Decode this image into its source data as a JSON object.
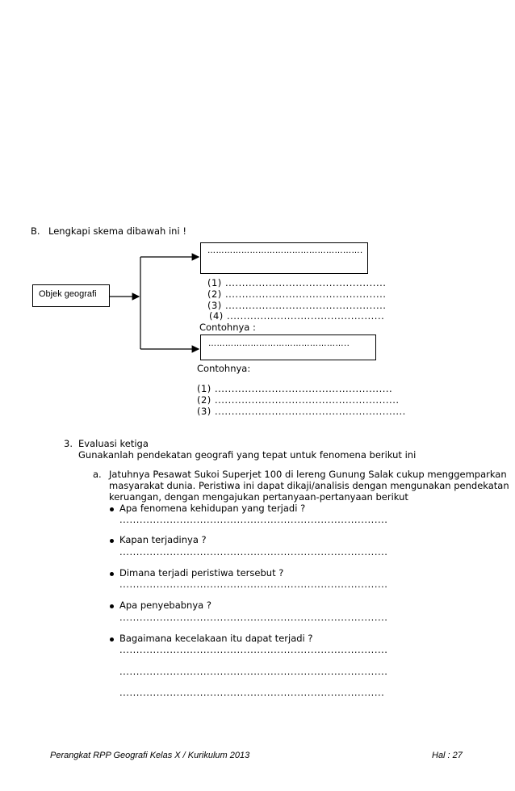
{
  "section_b": {
    "letter": "B.",
    "title": "Lengkapi skema dibawah ini !"
  },
  "schema": {
    "source_label": "Objek geografi",
    "top_box_text": "……………………………………………….",
    "top_list": [
      "(1) ................................................",
      "(2) ................................................",
      "(3) ................................................",
      "(4) ..............................................."
    ],
    "top_example_label": "Contohnya :",
    "bottom_box_text": "…………………………………………..",
    "bottom_example_label": "Contohnya:",
    "bottom_list": [
      "(1) .....................................................",
      "(2) .......................................................",
      "(3) ........................................................."
    ]
  },
  "evaluation": {
    "number": "3.",
    "title": "Evaluasi ketiga",
    "instruction": "Gunakanlah pendekatan geografi yang tepat untuk fenomena berikut ini",
    "item_letter": "a.",
    "item_lines": [
      "Jatuhnya Pesawat Sukoi Superjet 100 di lereng Gunung Salak cukup menggemparkan",
      "masyarakat dunia. Peristiwa ini dapat dikaji/analisis dengan mengunakan pendekatan",
      "keruangan, dengan mengajukan pertanyaan-pertanyaan berikut"
    ],
    "questions": [
      {
        "text": "Apa fenomena kehidupan yang terjadi ?",
        "answers": [
          "................................................................................"
        ]
      },
      {
        "text": "Kapan terjadinya ?",
        "answers": [
          "................................................................................"
        ]
      },
      {
        "text": "Dimana terjadi peristiwa tersebut ?",
        "answers": [
          "................................................................................"
        ]
      },
      {
        "text": "Apa penyebabnya ?",
        "answers": [
          "................................................................................"
        ]
      },
      {
        "text": "Bagaimana kecelakaan itu dapat terjadi ?",
        "answers": [
          "................................................................................",
          "................................................................................",
          "..............................................................................."
        ]
      }
    ]
  },
  "footer": {
    "left": "Perangkat RPP Geografi Kelas X / Kurikulum 2013",
    "right": "Hal :  27"
  }
}
